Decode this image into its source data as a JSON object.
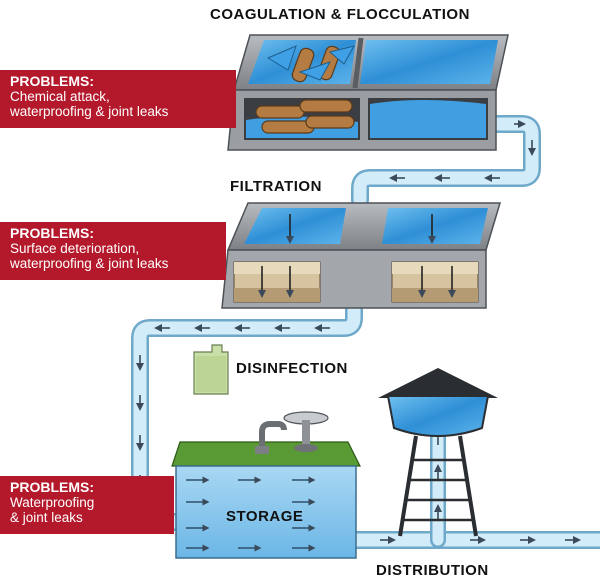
{
  "stages": {
    "coagulation": {
      "title": "COAGULATION & FLOCCULATION"
    },
    "filtration": {
      "title": "FILTRATION"
    },
    "disinfection": {
      "title": "DISINFECTION"
    },
    "storage": {
      "title": "STORAGE"
    },
    "distribution": {
      "title": "DISTRIBUTION"
    }
  },
  "problems": [
    {
      "title": "PROBLEMS:",
      "text": "Chemical attack,\nwaterproofing & joint leaks"
    },
    {
      "title": "PROBLEMS:",
      "text": "Surface deterioration,\nwaterproofing & joint leaks"
    },
    {
      "title": "PROBLEMS:",
      "text": "Waterproofing\n& joint leaks"
    }
  ],
  "colors": {
    "problem_red": "#b4182b",
    "water_blue": "#3f9fe0",
    "pipe_blue": "#bfe3f5",
    "concrete_gray": "#8f9398",
    "grass_green": "#4a8a2a",
    "disinfectant_green": "#c8dfa8"
  }
}
